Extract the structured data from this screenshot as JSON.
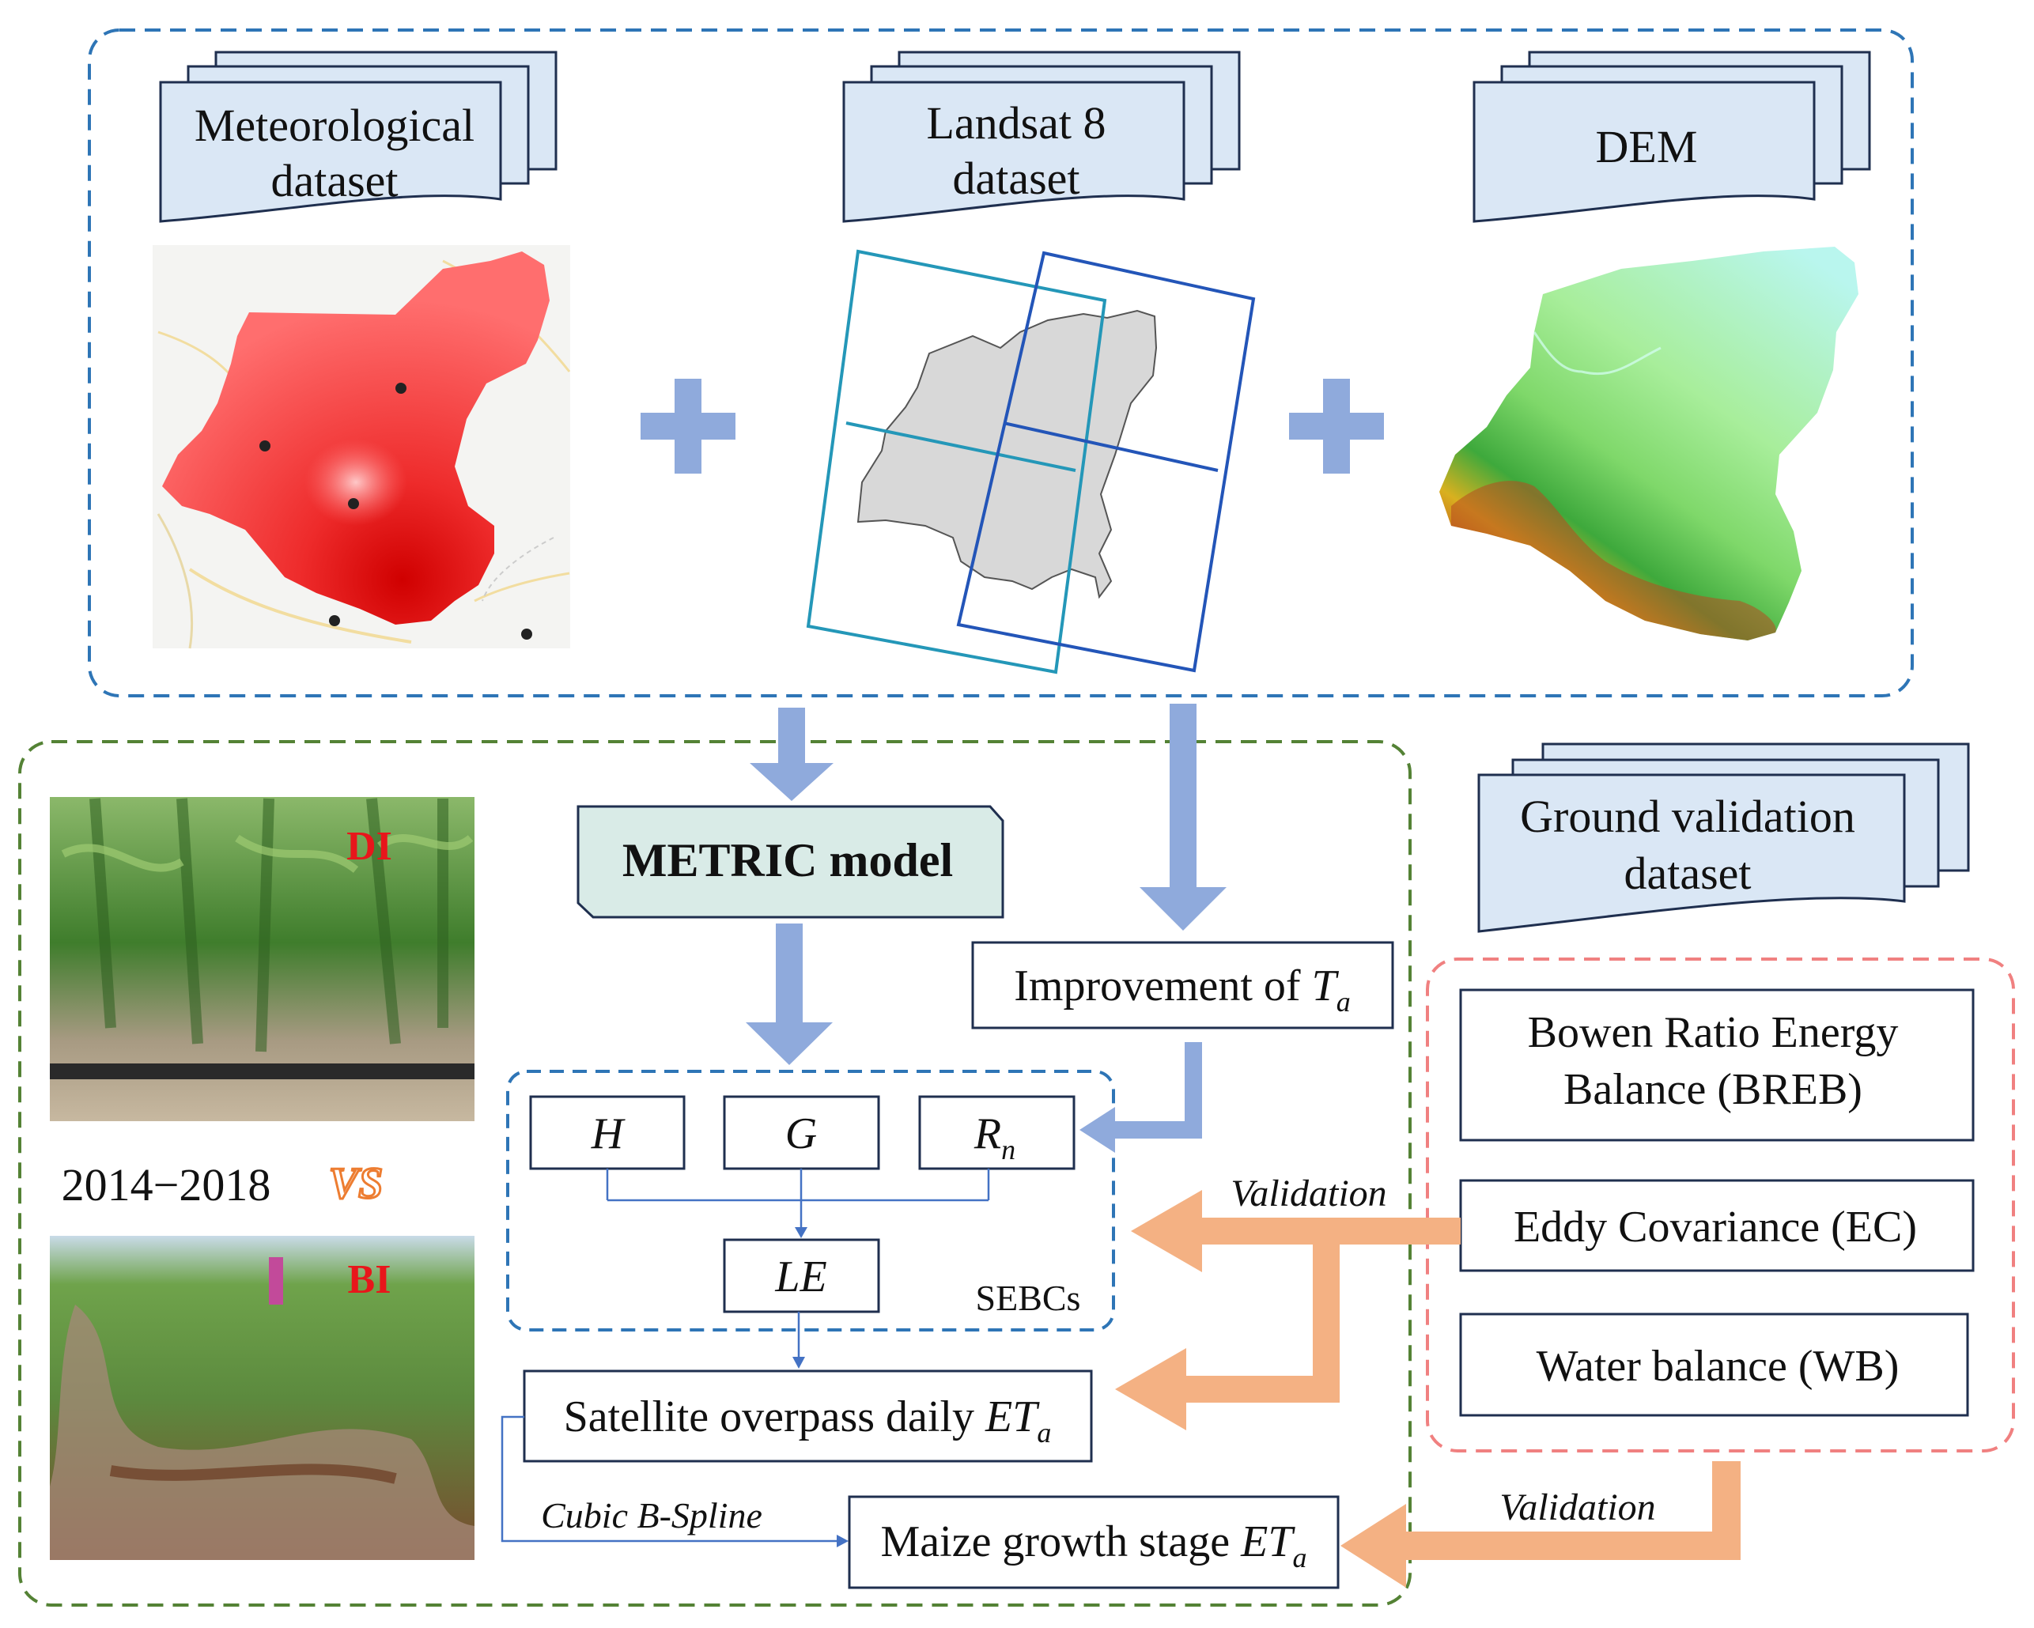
{
  "datasets": {
    "meteorological": [
      "Meteorological",
      "dataset"
    ],
    "landsat": [
      "Landsat 8",
      "dataset"
    ],
    "dem": "DEM",
    "ground_validation": [
      "Ground validation",
      "dataset"
    ]
  },
  "model": {
    "title": "METRIC model"
  },
  "improvement": {
    "prefix": "Improvement of ",
    "var": "T",
    "sub": "a"
  },
  "sebc": {
    "h": "H",
    "g": "G",
    "rn_var": "R",
    "rn_sub": "n",
    "le": "LE",
    "group_label": "SEBCs"
  },
  "outputs": {
    "daily_prefix": "Satellite overpass daily ",
    "daily_var": "ET",
    "daily_sub": "a",
    "stage_prefix": "Maize growth stage ",
    "stage_var": "ET",
    "stage_sub": "a",
    "spline_label": "Cubic B-Spline"
  },
  "validation": {
    "label_top": "Validation",
    "label_bottom": "Validation",
    "breb": [
      "Bowen Ratio Energy",
      "Balance (BREB)"
    ],
    "ec": "Eddy Covariance (EC)",
    "wb": "Water balance (WB)"
  },
  "photos": {
    "di_label": "DI",
    "bi_label": "BI",
    "years": "2014−2018",
    "vs": "VS"
  },
  "colors": {
    "blue_dashed": "#2e75b6",
    "green_dashed": "#548235",
    "red_dashed": "#f08080",
    "arrow_blue": "#8faadc",
    "arrow_orange": "#f4b183",
    "doc_fill": "#dae7f5",
    "model_fill": "#d9ebe7",
    "photo_label_red": "#e8161b",
    "vs_orange": "#ed7d31"
  }
}
